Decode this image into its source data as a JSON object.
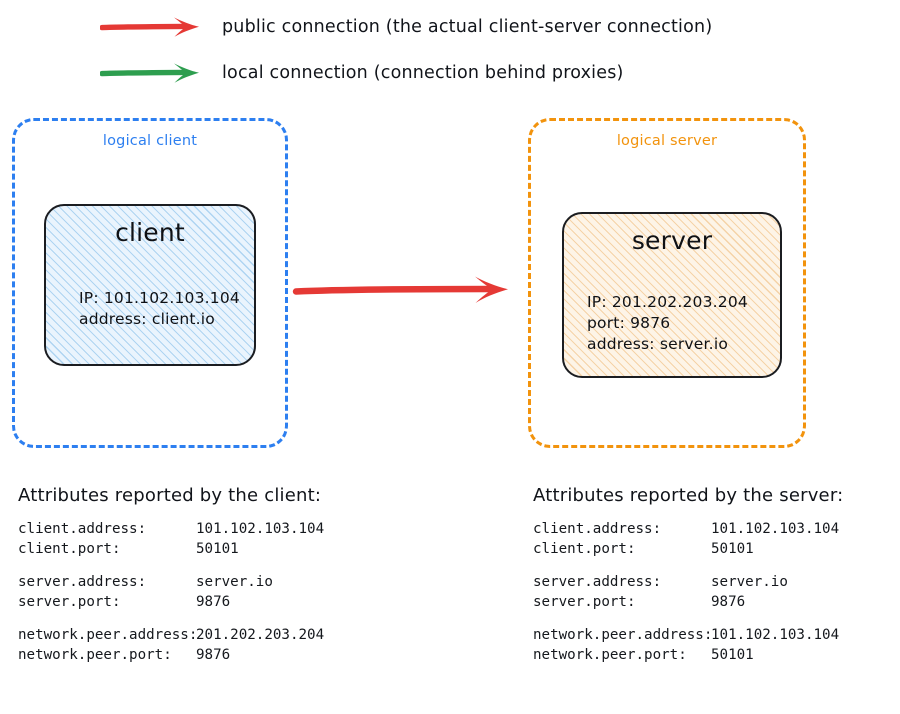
{
  "legend": {
    "items": [
      {
        "icon": "arrow-right-icon",
        "color": "#e53935",
        "label": "public connection (the actual client-server connection)"
      },
      {
        "icon": "arrow-right-icon",
        "color": "#2e9e4f",
        "label": "local connection (connection behind proxies)"
      }
    ]
  },
  "logical_client": {
    "label": "logical client",
    "color": "#2d7ff0",
    "node": {
      "title": "client",
      "fill": "#eaf4fd",
      "details": [
        "IP: 101.102.103.104",
        "address: client.io"
      ]
    }
  },
  "logical_server": {
    "label": "logical server",
    "color": "#f2930d",
    "node": {
      "title": "server",
      "fill": "#fdf4e7",
      "details": [
        "IP: 201.202.203.204",
        "port: 9876",
        "address: server.io"
      ]
    }
  },
  "main_connection": {
    "icon": "arrow-right-icon",
    "color": "#e53935",
    "kind": "public connection"
  },
  "attributes_client": {
    "heading": "Attributes reported by the client:",
    "groups": [
      {
        "rows": [
          {
            "key": "client.address:",
            "value": "101.102.103.104"
          },
          {
            "key": "client.port:",
            "value": "50101"
          }
        ]
      },
      {
        "rows": [
          {
            "key": "server.address:",
            "value": "server.io"
          },
          {
            "key": "server.port:",
            "value": "9876"
          }
        ]
      },
      {
        "rows": [
          {
            "key": "network.peer.address:",
            "value": "201.202.203.204"
          },
          {
            "key": "network.peer.port:",
            "value": "9876"
          }
        ]
      }
    ]
  },
  "attributes_server": {
    "heading": "Attributes reported by the server:",
    "groups": [
      {
        "rows": [
          {
            "key": "client.address:",
            "value": "101.102.103.104"
          },
          {
            "key": "client.port:",
            "value": "50101"
          }
        ]
      },
      {
        "rows": [
          {
            "key": "server.address:",
            "value": "server.io"
          },
          {
            "key": "server.port:",
            "value": "9876"
          }
        ]
      },
      {
        "rows": [
          {
            "key": "network.peer.address:",
            "value": "101.102.103.104"
          },
          {
            "key": "network.peer.port:",
            "value": "50101"
          }
        ]
      }
    ]
  }
}
